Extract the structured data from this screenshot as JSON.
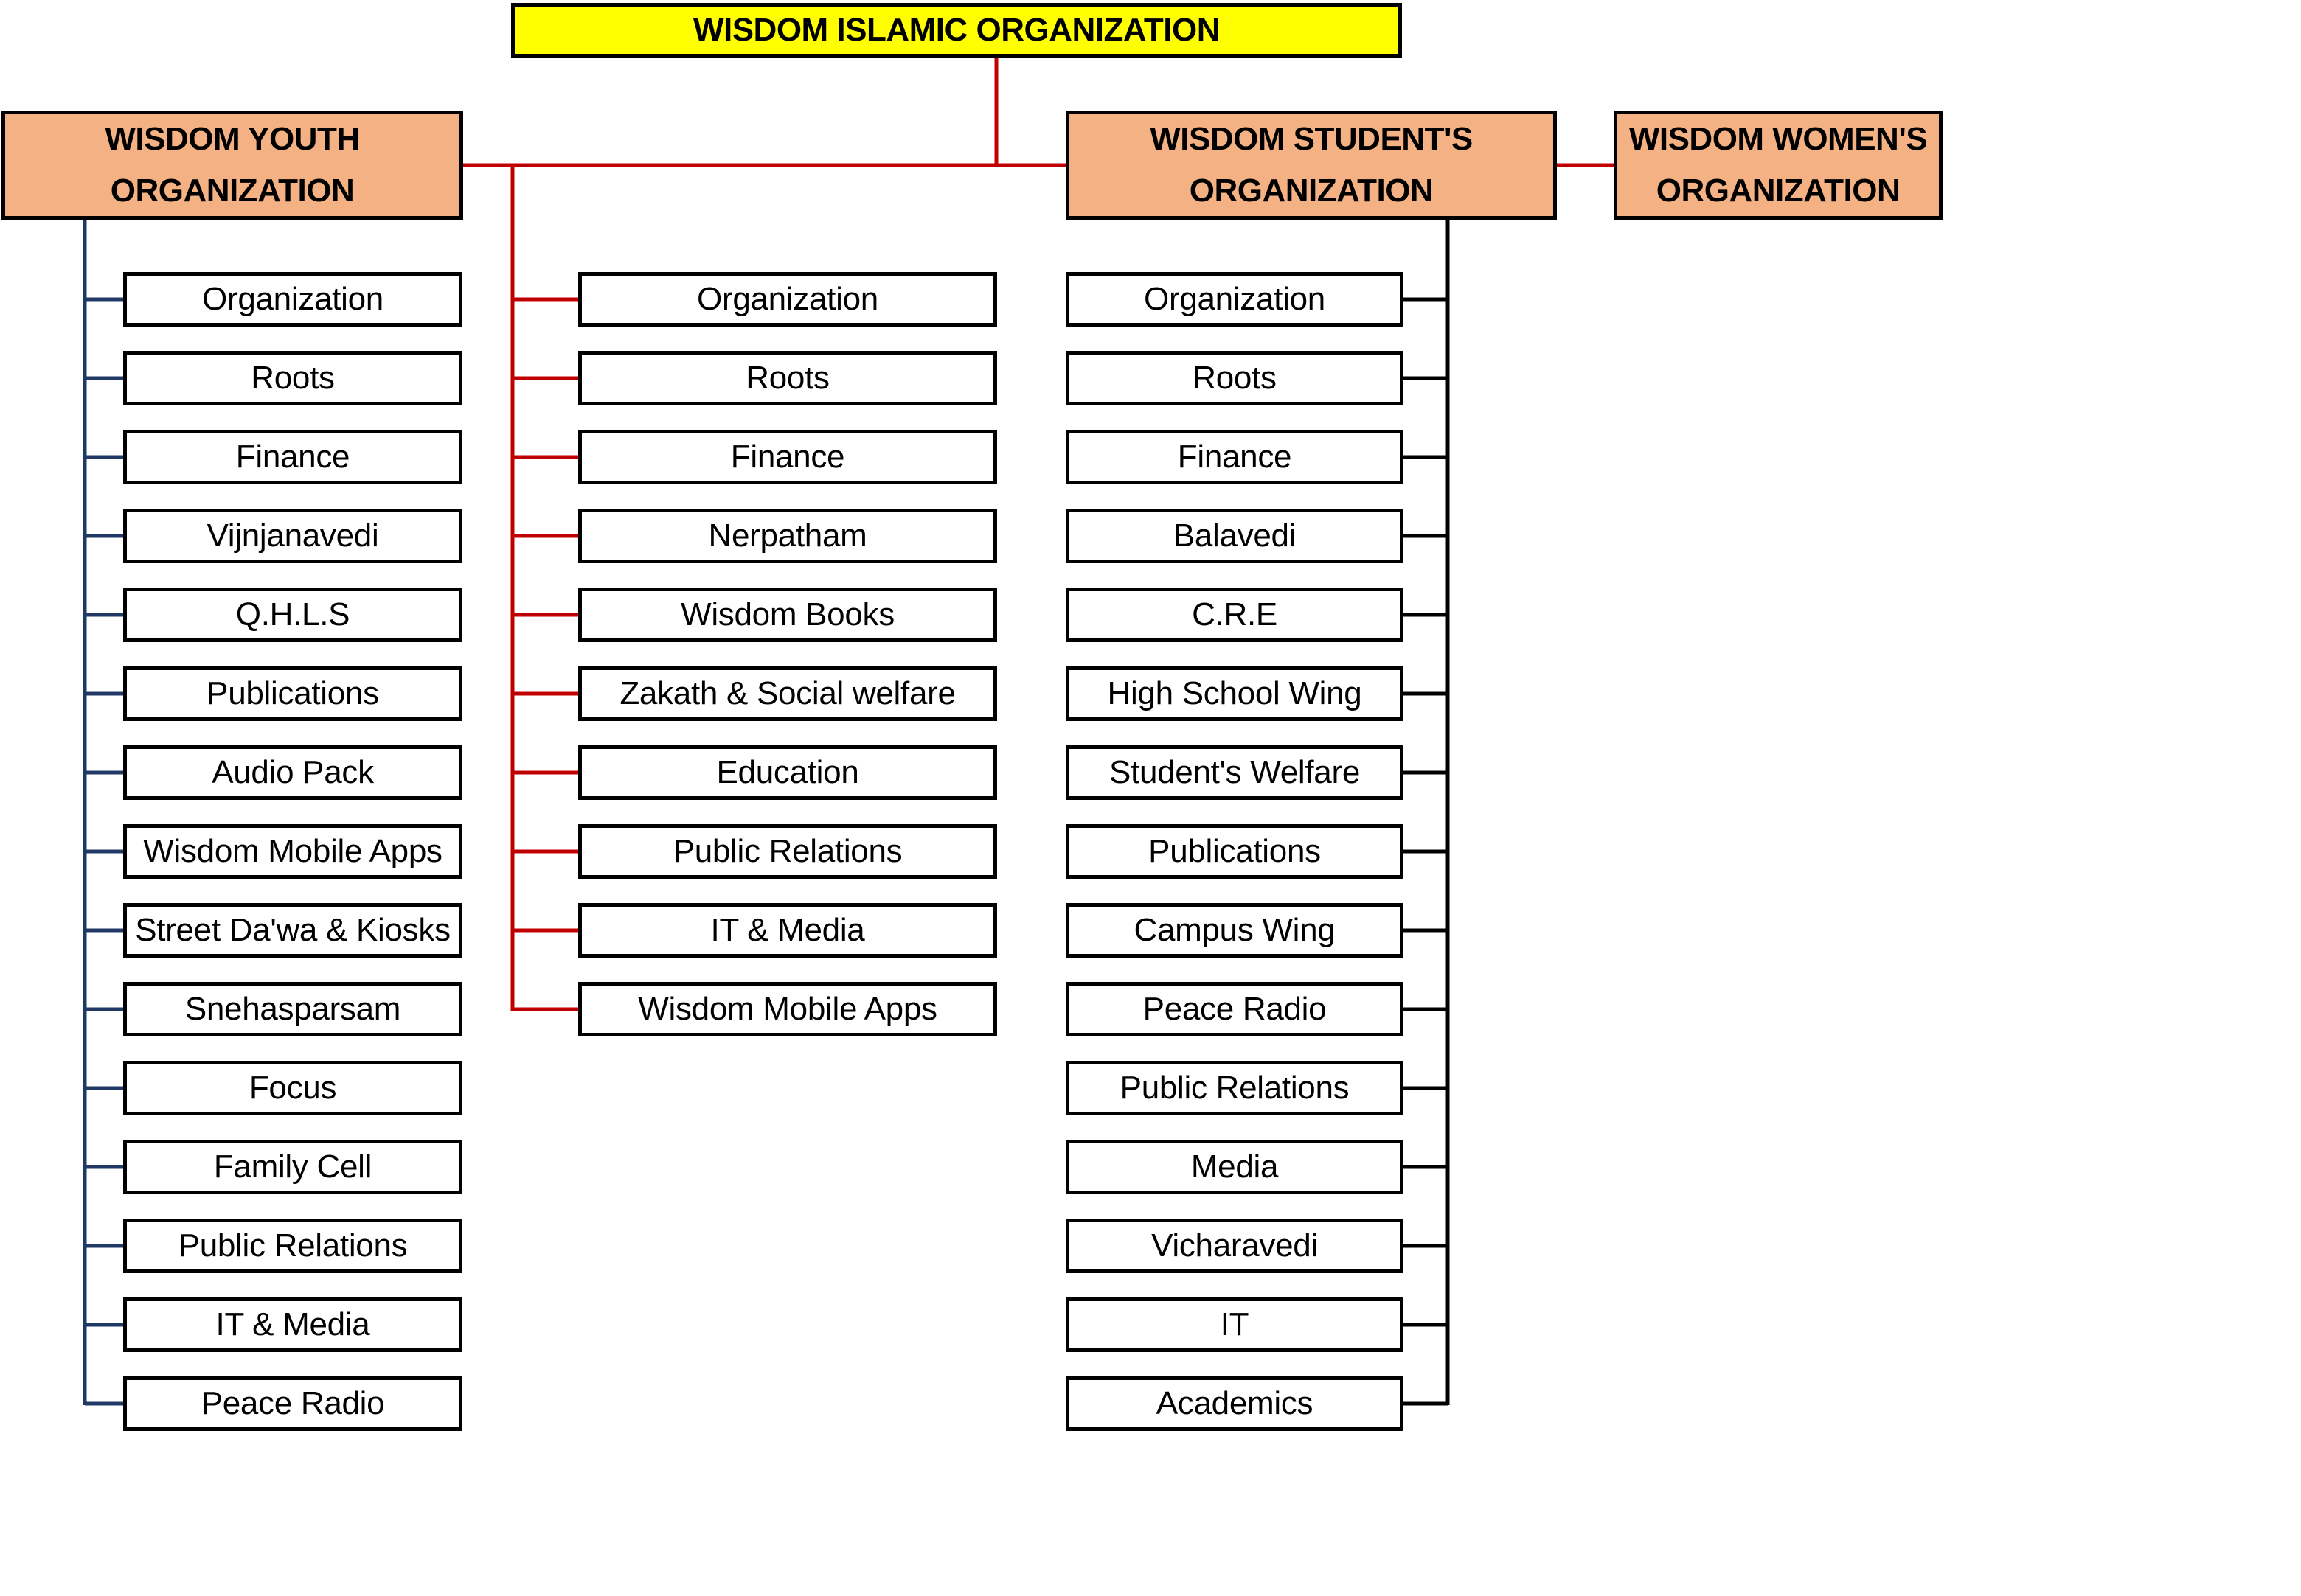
{
  "root": {
    "label": "WISDOM ISLAMIC ORGANIZATION",
    "color": "#ffff00"
  },
  "header_color": "#f4b183",
  "line_colors": {
    "red": "#c00000",
    "navy": "#1f3864",
    "black": "#000000"
  },
  "youth": {
    "label_line1": "WISDOM YOUTH",
    "label_line2": "ORGANIZATION",
    "items": [
      "Organization",
      "Roots",
      "Finance",
      "Vijnjanavedi",
      "Q.H.L.S",
      "Publications",
      "Audio Pack",
      "Wisdom Mobile Apps",
      "Street Da'wa & Kiosks",
      "Snehasparsam",
      "Focus",
      "Family Cell",
      "Public Relations",
      "IT & Media",
      "Peace Radio"
    ]
  },
  "central": {
    "items": [
      "Organization",
      "Roots",
      "Finance",
      "Nerpatham",
      "Wisdom Books",
      "Zakath & Social welfare",
      "Education",
      "Public Relations",
      "IT & Media",
      "Wisdom Mobile Apps"
    ]
  },
  "students": {
    "label_line1": "WISDOM STUDENT'S",
    "label_line2": "ORGANIZATION",
    "items": [
      "Organization",
      "Roots",
      "Finance",
      "Balavedi",
      "C.R.E",
      "High School Wing",
      "Student's Welfare",
      "Publications",
      "Campus Wing",
      "Peace Radio",
      "Public Relations",
      "Media",
      "Vicharavedi",
      "IT",
      "Academics"
    ]
  },
  "women": {
    "label_line1": "WISDOM WOMEN'S",
    "label_line2": "ORGANIZATION"
  }
}
